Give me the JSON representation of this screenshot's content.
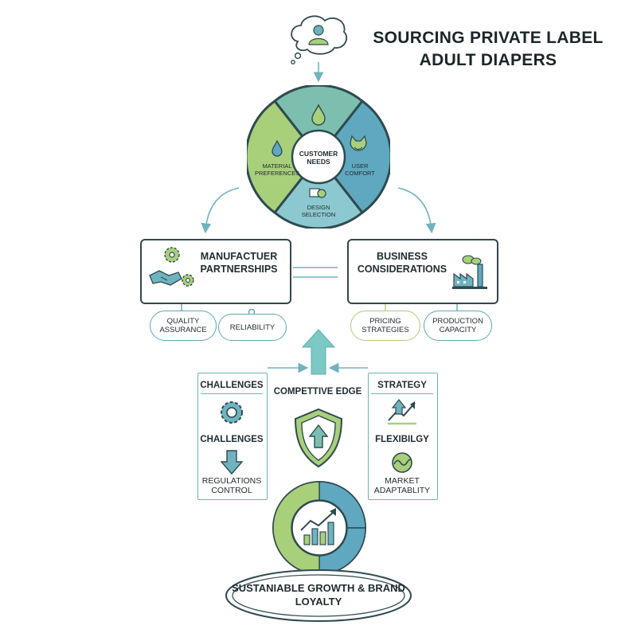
{
  "title": "SOURCING PRIVATE LABEL ADULT DIAPERS",
  "customer_wheel": {
    "center": "CUSTOMER NEEDS",
    "segments": {
      "material": "MATERIAL PREFERENCES",
      "comfort": "USER COMFORT",
      "design": "DESIGN SELECTION"
    },
    "colors": {
      "green": "#a8cf7a",
      "teal": "#7cbfae",
      "blue": "#5fa8c0",
      "dark": "#2f4a50"
    }
  },
  "manufacturer": {
    "title": "MANUFACTUER PARTNERSHIPS",
    "pills": [
      "QUALITY ASSURANCE",
      "RELIABILITY"
    ]
  },
  "business": {
    "title": "BUSINESS CONSIDERATIONS",
    "pills": [
      "PRICING STRATEGIES",
      "PRODUCTION CAPACITY"
    ]
  },
  "competitive_edge": "COMPETTIVE EDGE",
  "challenges_panel": {
    "heading": "CHALLENGES",
    "sub": "CHALLENGES",
    "bottom": "REGULATIONS CONTROL"
  },
  "strategy_panel": {
    "heading": "STRATEGY",
    "sub": "FLEXIBILGY",
    "bottom": "MARKET ADAPTABLITY"
  },
  "outcome": "SUSTANIABLE GROWTH & BRAND LOYALTY",
  "icons": [
    "user-icon",
    "water-drop-icon",
    "smiley-cat-icon",
    "shapes-icon",
    "gears-icon",
    "handshake-icon",
    "factory-icon",
    "gear-icon",
    "down-arrow-icon",
    "up-arrow-icon",
    "trend-chart-icon",
    "wave-icon",
    "shield-icon",
    "bar-chart-icon"
  ]
}
